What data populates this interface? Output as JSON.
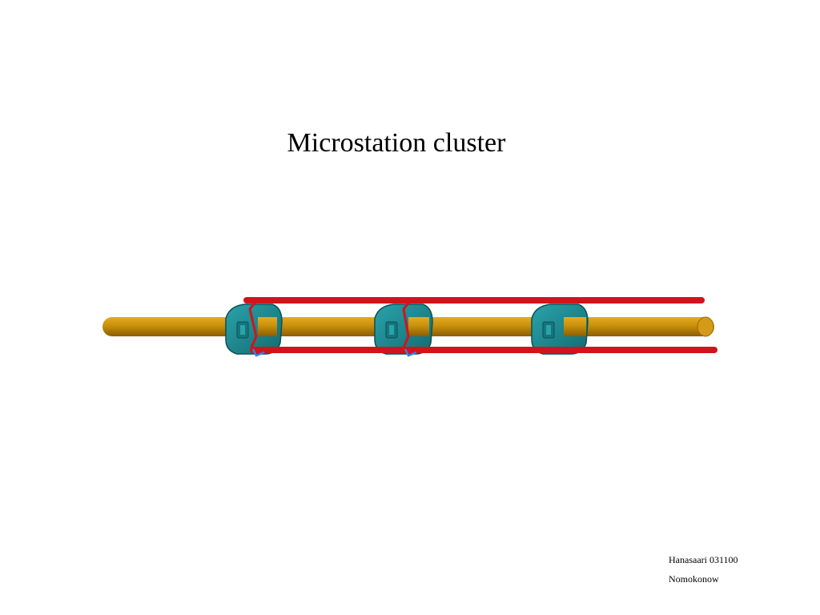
{
  "slide": {
    "title": "Microstation cluster",
    "footer": {
      "event": "Hanasaari 031100",
      "author": "Nomokonow"
    }
  },
  "colors": {
    "beam_pipe": "#c8900a",
    "rods": "#d0141c",
    "modules": "#1e8c94",
    "clips": "#3a7ee8"
  }
}
